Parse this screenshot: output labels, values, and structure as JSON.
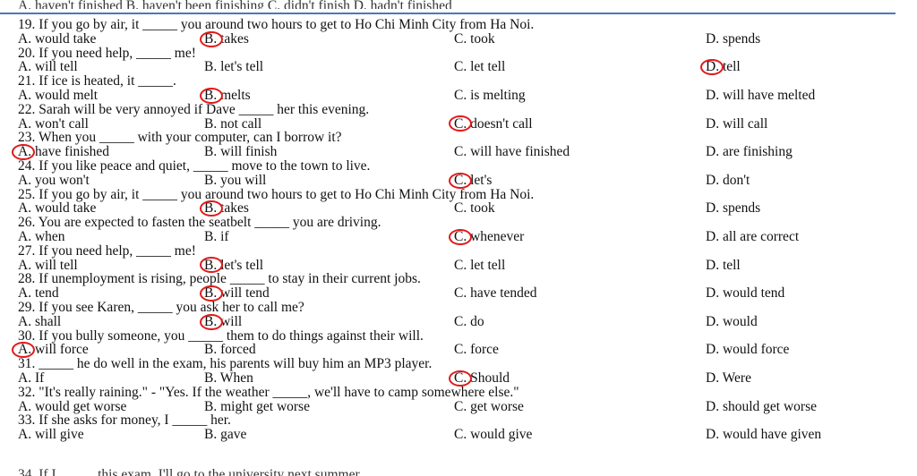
{
  "top_cut_text": "A. haven't finished     B. haven't been finishing     C. didn't finish     D. hadn't finished",
  "bottom_cut_text": "34. If I _____ this exam, I'll go to the university next summer.",
  "questions": [
    {
      "stem": "19. If you go by air, it _____ you around two hours to get to Ho Chi Minh City from Ha Noi.",
      "options": [
        "A. would take",
        "B. takes",
        "C. took",
        "D. spends"
      ],
      "circled": 1
    },
    {
      "stem": "20. If you need help, _____ me!",
      "options": [
        "A. will tell",
        "B. let's tell",
        "C. let tell",
        "D. tell"
      ],
      "circled": 3
    },
    {
      "stem": "21. If ice is heated, it _____.",
      "options": [
        "A. would melt",
        "B. melts",
        "C. is melting",
        "D. will have melted"
      ],
      "circled": 1
    },
    {
      "stem": "22. Sarah will be very annoyed if Dave _____ her this evening.",
      "options": [
        "A. won't call",
        "B. not call",
        "C. doesn't call",
        "D. will call"
      ],
      "circled": 2
    },
    {
      "stem": "23. When you _____ with your computer, can I borrow it?",
      "options": [
        "A. have finished",
        "B. will finish",
        "C. will have finished",
        "D. are finishing"
      ],
      "circled": 0
    },
    {
      "stem": "24. If you like peace and quiet, _____ move to the town to live.",
      "options": [
        "A. you won't",
        "B. you will",
        "C. let's",
        "D. don't"
      ],
      "circled": 2
    },
    {
      "stem": "25. If you go by air, it _____ you around two hours to get to Ho Chi Minh City from Ha Noi.",
      "options": [
        "A. would take",
        "B. takes",
        "C. took",
        "D. spends"
      ],
      "circled": 1
    },
    {
      "stem": "26. You are expected to fasten the seatbelt _____ you are driving.",
      "options": [
        "A. when",
        "B. if",
        "C. whenever",
        "D. all are correct"
      ],
      "circled": 2
    },
    {
      "stem": "27. If you need help, _____ me!",
      "options": [
        "A. will tell",
        "B. let's tell",
        "C. let tell",
        "D. tell"
      ],
      "circled": 1
    },
    {
      "stem": "28. If unemployment is rising, people _____ to stay in their current jobs.",
      "options": [
        "A. tend",
        "B. will tend",
        "C. have tended",
        "D. would tend"
      ],
      "circled": 1
    },
    {
      "stem": "29. If you see Karen, _____ you ask her to call me?",
      "options": [
        "A. shall",
        "B. will",
        "C. do",
        "D. would"
      ],
      "circled": 1
    },
    {
      "stem": "30. If you bully someone, you _____ them to do things against their will.",
      "options": [
        "A. will force",
        "B. forced",
        "C. force",
        "D. would force"
      ],
      "circled": 0
    },
    {
      "stem": "31. _____ he do well in the exam, his parents will buy him an MP3 player.",
      "options": [
        "A. If",
        "B. When",
        "C. Should",
        "D. Were"
      ],
      "circled": 2
    },
    {
      "stem": "32. \"It's really raining.\" - \"Yes. If the weather _____, we'll have to camp somewhere else.\"",
      "options": [
        "A. would get worse",
        "B. might get worse",
        "C. get worse",
        "D. should get worse"
      ],
      "circled": null
    },
    {
      "stem": "33. If she asks for money, I _____ her.",
      "options": [
        "A. will give",
        "B. gave",
        "C. would give",
        "D. would have given"
      ],
      "circled": null
    }
  ],
  "mark_color": "#e01b1b",
  "rule_color": "#4a78b8"
}
